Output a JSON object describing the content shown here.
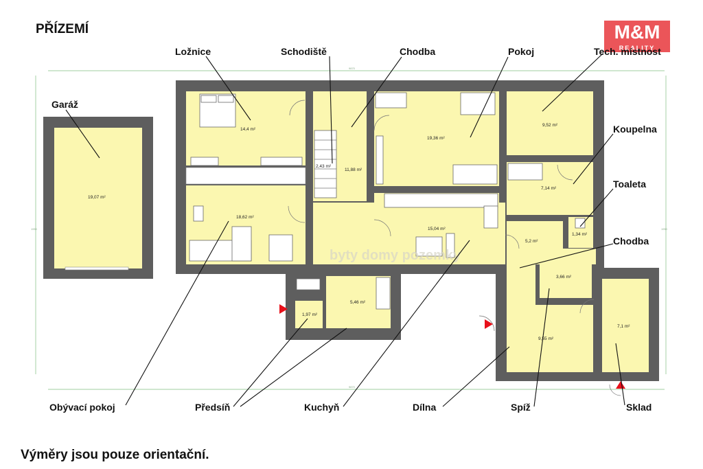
{
  "page": {
    "title": "PŘÍZEMÍ",
    "footer": "Výměry jsou pouze orientační."
  },
  "logo": {
    "mark": "M&M",
    "subtitle": "REALITY"
  },
  "labels": {
    "loznice": "Ložnice",
    "schodiste": "Schodiště",
    "chodba_top": "Chodba",
    "pokoj": "Pokoj",
    "tech": "Tech. místnost",
    "garaz": "Garáž",
    "koupelna": "Koupelna",
    "toaleta": "Toaleta",
    "chodba_right": "Chodba",
    "obyvaci": "Obývací pokoj",
    "predsin": "Předsíň",
    "kuchyn": "Kuchyň",
    "dilna": "Dílna",
    "spiz": "Spíž",
    "sklad": "Sklad"
  },
  "areas": {
    "garaz": "19,07 m²",
    "loznice": "14,4 m²",
    "schodiste": "2,43 m²",
    "chodba": "11,88 m²",
    "pokoj": "19,36 m²",
    "tech": "9,52 m²",
    "koupelna": "7,14 m²",
    "toaleta": "1,34 m²",
    "obyvaci": "18,62 m²",
    "kuchyn": "15,04 m²",
    "chodba2": "5,2 m²",
    "spiz": "3,66 m²",
    "sklad": "7,1 m²",
    "predsin": "5,46 m²",
    "predsin2": "1,97 m²",
    "dilna": "9,55 m²"
  },
  "dimensions": {
    "top": "9870",
    "bottom": "9870",
    "left": "1950",
    "right": "1950"
  },
  "watermark": "byty domy pozemky",
  "colors": {
    "wall": "#5e5e5e",
    "room": "#fbf7b0",
    "entry_arrow": "#e8101a",
    "logo": "#e8383d"
  }
}
